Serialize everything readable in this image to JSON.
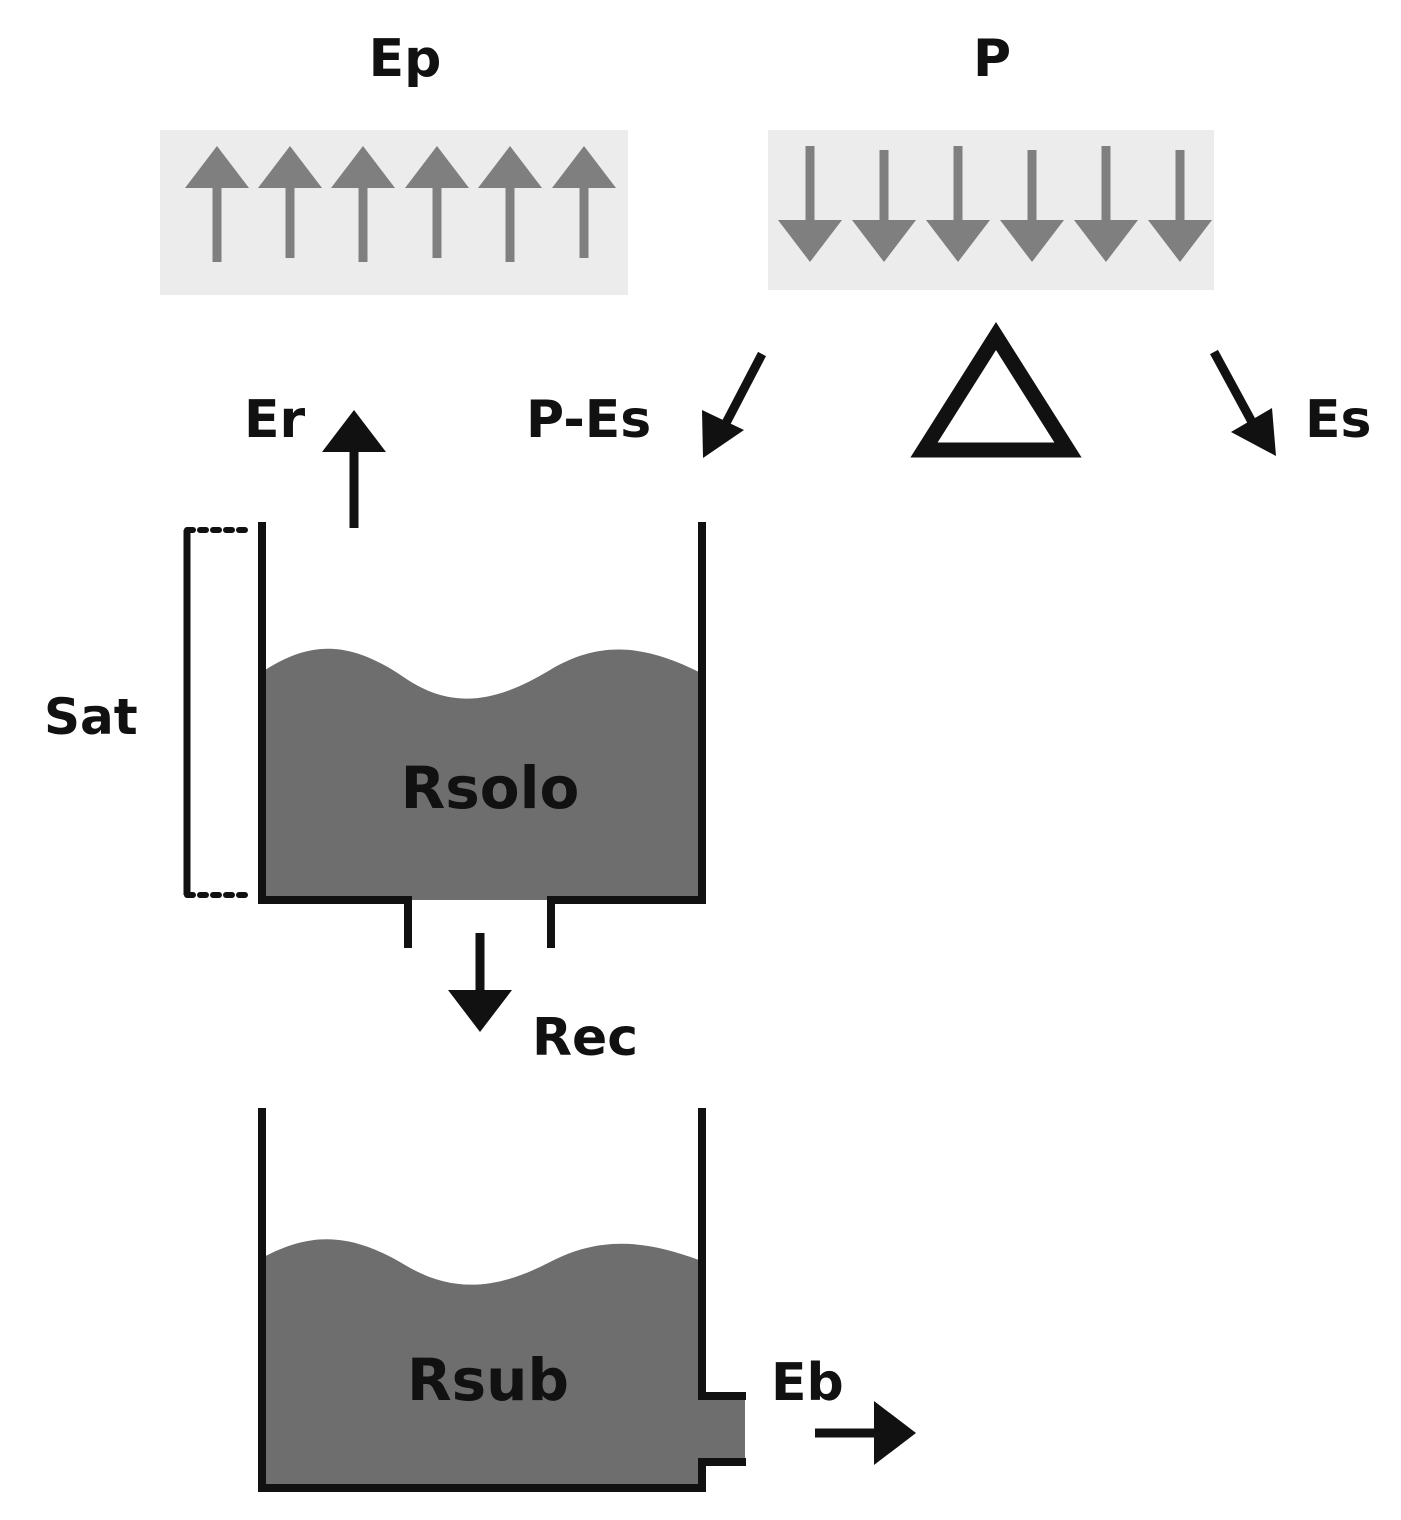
{
  "labels": {
    "ep": "Ep",
    "p": "P",
    "er": "Er",
    "p_es": "P-Es",
    "es": "Es",
    "sat": "Sat",
    "rsolo": "Rsolo",
    "rec": "Rec",
    "rsub": "Rsub",
    "eb": "Eb"
  },
  "colors": {
    "line": "#111111",
    "water": "#6e6e6e",
    "flux_arrow": "#7f7f7f",
    "flux_background": "#ececec"
  },
  "icons": {
    "evaporation": "up-arrows-icon",
    "precipitation": "down-arrows-icon",
    "delta": "triangle-icon"
  }
}
